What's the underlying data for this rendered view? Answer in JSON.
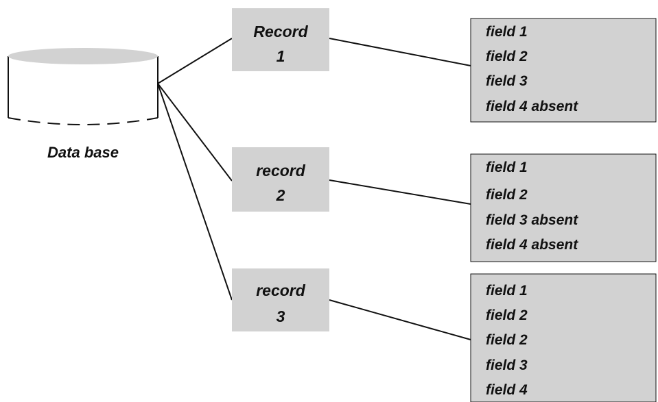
{
  "database": {
    "label": "Data base"
  },
  "records": [
    {
      "line1": "Record",
      "line2": "1",
      "fields": [
        "field 1",
        "field 2",
        "field 3",
        "field 4 absent"
      ]
    },
    {
      "line1": "record",
      "line2": "2",
      "fields": [
        "field 1",
        "field 2",
        "field 3 absent",
        "field 4 absent"
      ]
    },
    {
      "line1": "record",
      "line2": "3",
      "fields": [
        "field 1",
        "field 2",
        "field 2",
        "field 3",
        "field 4"
      ]
    }
  ],
  "colors": {
    "box_fill": "#d2d2d2",
    "line": "#111111",
    "cylinder_top": "#d2d2d2"
  }
}
